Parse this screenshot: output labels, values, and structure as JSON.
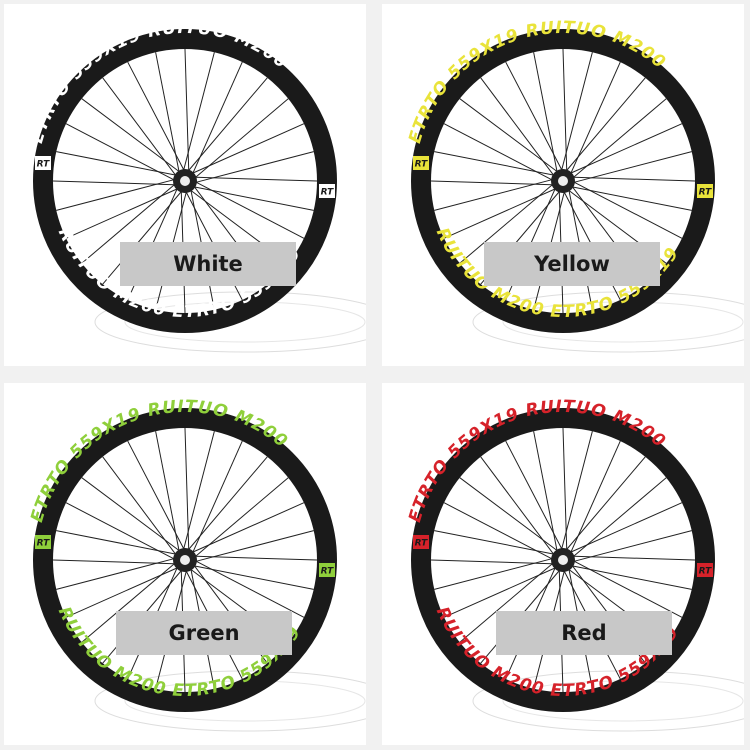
{
  "panels": [
    {
      "label": "White",
      "decal_color": "#ffffff",
      "top_text": "ETRTO 559X19",
      "top_text2": "RUITUO M200",
      "bottom_text": "RUITUO M200  ETRTO 559X19",
      "badge": "RT"
    },
    {
      "label": "Yellow",
      "decal_color": "#e9e33a",
      "top_text": "ETRTO 559X19",
      "top_text2": "RUITUO M200",
      "bottom_text": "RUITUO M200  ETRTO 559X19",
      "badge": "RT"
    },
    {
      "label": "Green",
      "decal_color": "#8fcf3b",
      "top_text": "ETRTO 559X19",
      "top_text2": "RUITUO M200",
      "bottom_text": "RUITUO M200  ETRTO 559X19",
      "badge": "RT"
    },
    {
      "label": "Red",
      "decal_color": "#d6222a",
      "top_text": "ETRTO 559X19",
      "top_text2": "RUITUO M200",
      "bottom_text": "RUITUO M200  ETRTO 559X19",
      "badge": "RT"
    }
  ]
}
